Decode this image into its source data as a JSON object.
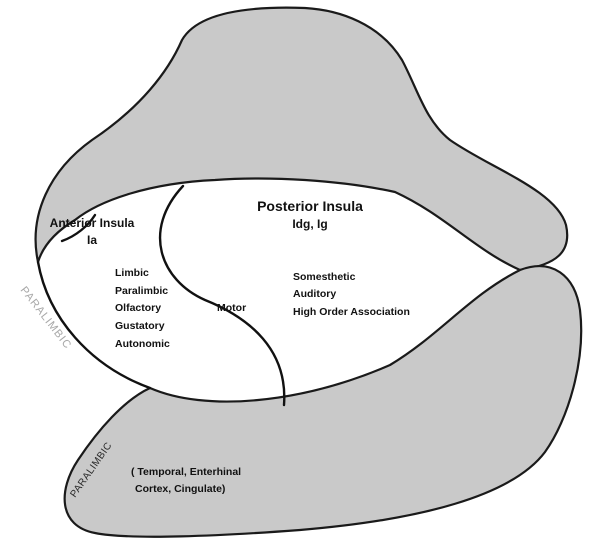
{
  "regions": {
    "posterior": {
      "title": "Posterior Insula",
      "code": "Idg, Ig",
      "functions": [
        "Somesthetic",
        "Auditory",
        "High Order Association"
      ]
    },
    "anterior": {
      "title": "Anterior Insula",
      "code": "Ia",
      "functions": [
        "Limbic",
        "Paralimbic",
        "Olfactory",
        "Gustatory",
        "Autonomic"
      ]
    },
    "middle": {
      "label": "Motor"
    },
    "paralimbic_left": {
      "label": "PARALIMBIC"
    },
    "paralimbic_bottom": {
      "label": "PARALIMBIC",
      "caption_line1": "( Temporal, Enterhinal",
      "caption_line2": "Cortex, Cingulate)"
    }
  },
  "colors": {
    "fill": "#c9c9c9",
    "outline": "#1a1a1a",
    "faint_label": "#a8a8a8"
  }
}
